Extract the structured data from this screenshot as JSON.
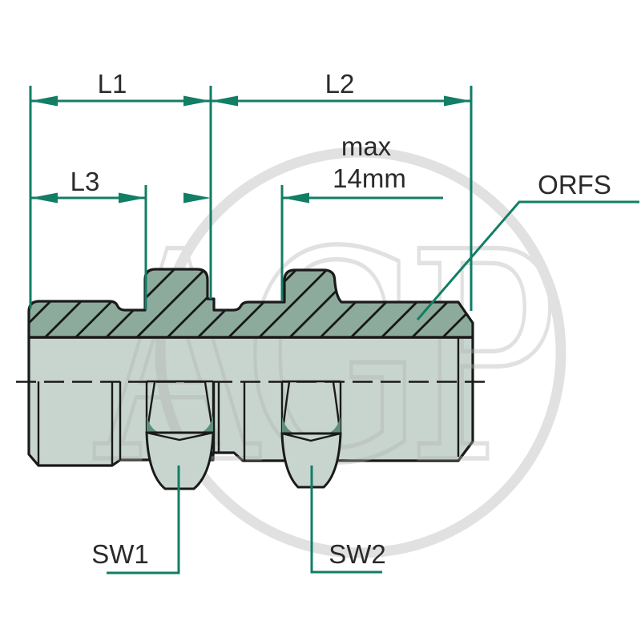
{
  "diagram": {
    "type": "technical-drawing",
    "subject": "ORFS bulkhead straight fitting, half-section side view",
    "labels": {
      "l1": "L1",
      "l2": "L2",
      "l3": "L3",
      "max_label": "max",
      "max_value": "14mm",
      "orfs": "ORFS",
      "sw1": "SW1",
      "sw2": "SW2"
    },
    "watermark": {
      "text": "AGP"
    },
    "colors": {
      "dimension_teal": "#117e65",
      "outline_black": "#1a1a1a",
      "body_fill": "#c7d5ce",
      "section_fill": "#8cab9c",
      "hex_accent": "#5f8c7b",
      "label_text": "#2a2a2a",
      "watermark_gray": "#b3b3b3",
      "background": "#ffffff"
    }
  }
}
